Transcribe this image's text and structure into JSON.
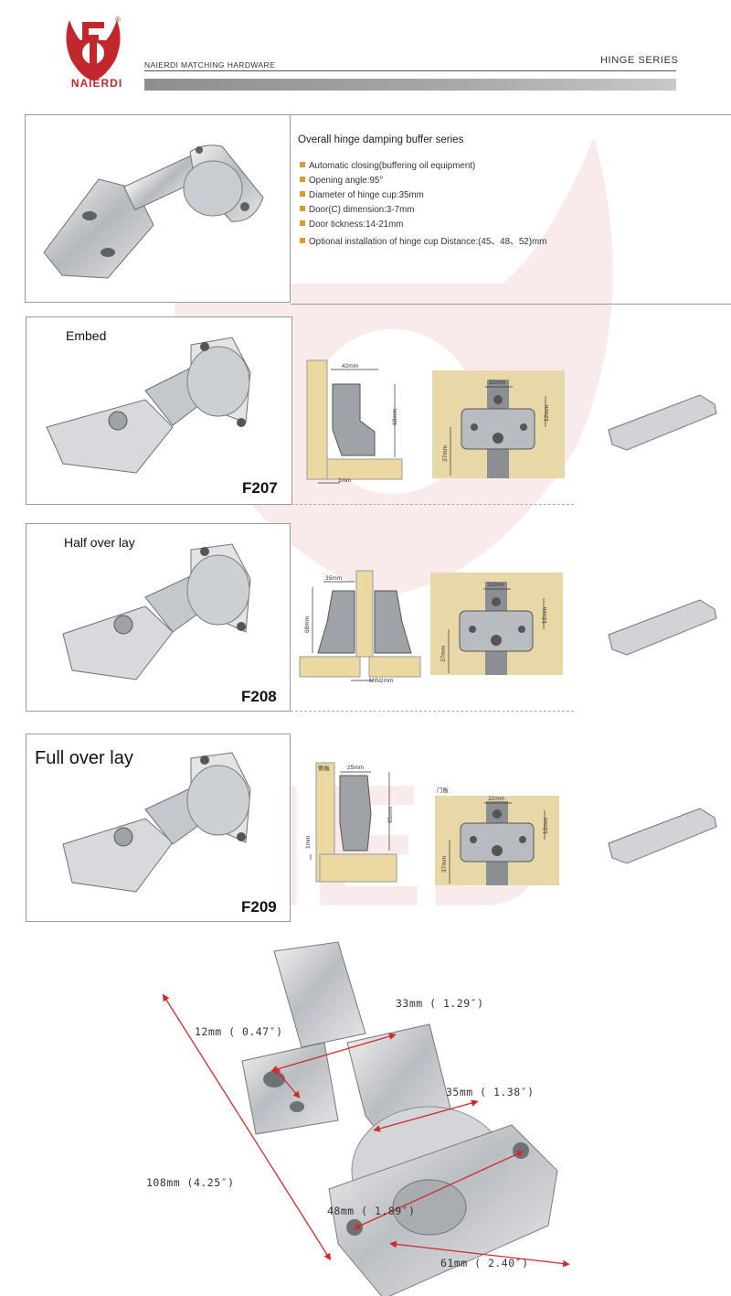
{
  "header": {
    "brand": "NAIERDI",
    "tagline": "NAIERDI MATCHING HARDWARE",
    "series": "HINGE SERIES",
    "brand_color": "#c1272d"
  },
  "intro": {
    "title": "Overall hinge damping buffer series",
    "specs": [
      "Automatic closing(buffering oil equipment)",
      "Opening angle:95°",
      "Diameter of hinge cup:35mm",
      "Door(C) dimension:3-7mm",
      "Door tickness:14-21mm",
      "Optional installation of hinge cup Distance:(45、48、52)mm"
    ]
  },
  "variants": [
    {
      "label": "Embed",
      "model": "F207",
      "side": {
        "w": "42mm",
        "h": "68mm",
        "gap": "1mm"
      },
      "plate": {
        "w": "32mm",
        "h": "12mm",
        "v": "37mm"
      }
    },
    {
      "label": "Half over lay",
      "model": "F208",
      "side": {
        "w": "35mm",
        "h": "68mm",
        "gap": "MIN2mm"
      },
      "plate": {
        "w": "32mm",
        "h": "12mm",
        "v": "37mm"
      }
    },
    {
      "label": "Full over lay",
      "model": "F209",
      "side": {
        "w": "25mm",
        "h": "65mm",
        "gap": "1mm",
        "tag": "侧板"
      },
      "plate": {
        "w": "32mm",
        "h": "12mm",
        "v": "37mm",
        "tag": "门板"
      }
    }
  ],
  "dimensions": {
    "d33": "33mm ( 1.29″)",
    "d12": "12mm ( 0.47″)",
    "d35": "35mm ( 1.38″)",
    "d108": "108mm (4.25″)",
    "d48": "48mm ( 1.89″)",
    "d61": "61mm ( 2.40″)"
  },
  "colors": {
    "wood": "#ecd9a2",
    "plate_bg": "#e8d7a7",
    "arrow": "#d12a2a",
    "bullet": "#d99a3a"
  }
}
